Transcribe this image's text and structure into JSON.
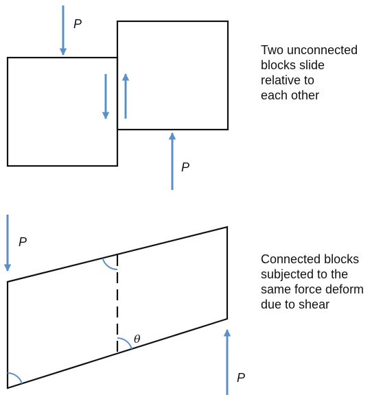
{
  "labels": {
    "force": "P",
    "angle": "θ"
  },
  "captions": {
    "unconnected": "Two unconnected\nblocks slide\nrelative to\neach other",
    "connected": "Connected blocks\nsubjected to the\nsame force deform\ndue to shear"
  },
  "colors": {
    "arrow": "#5b8fc7",
    "outline": "#111111",
    "text": "#111111"
  }
}
